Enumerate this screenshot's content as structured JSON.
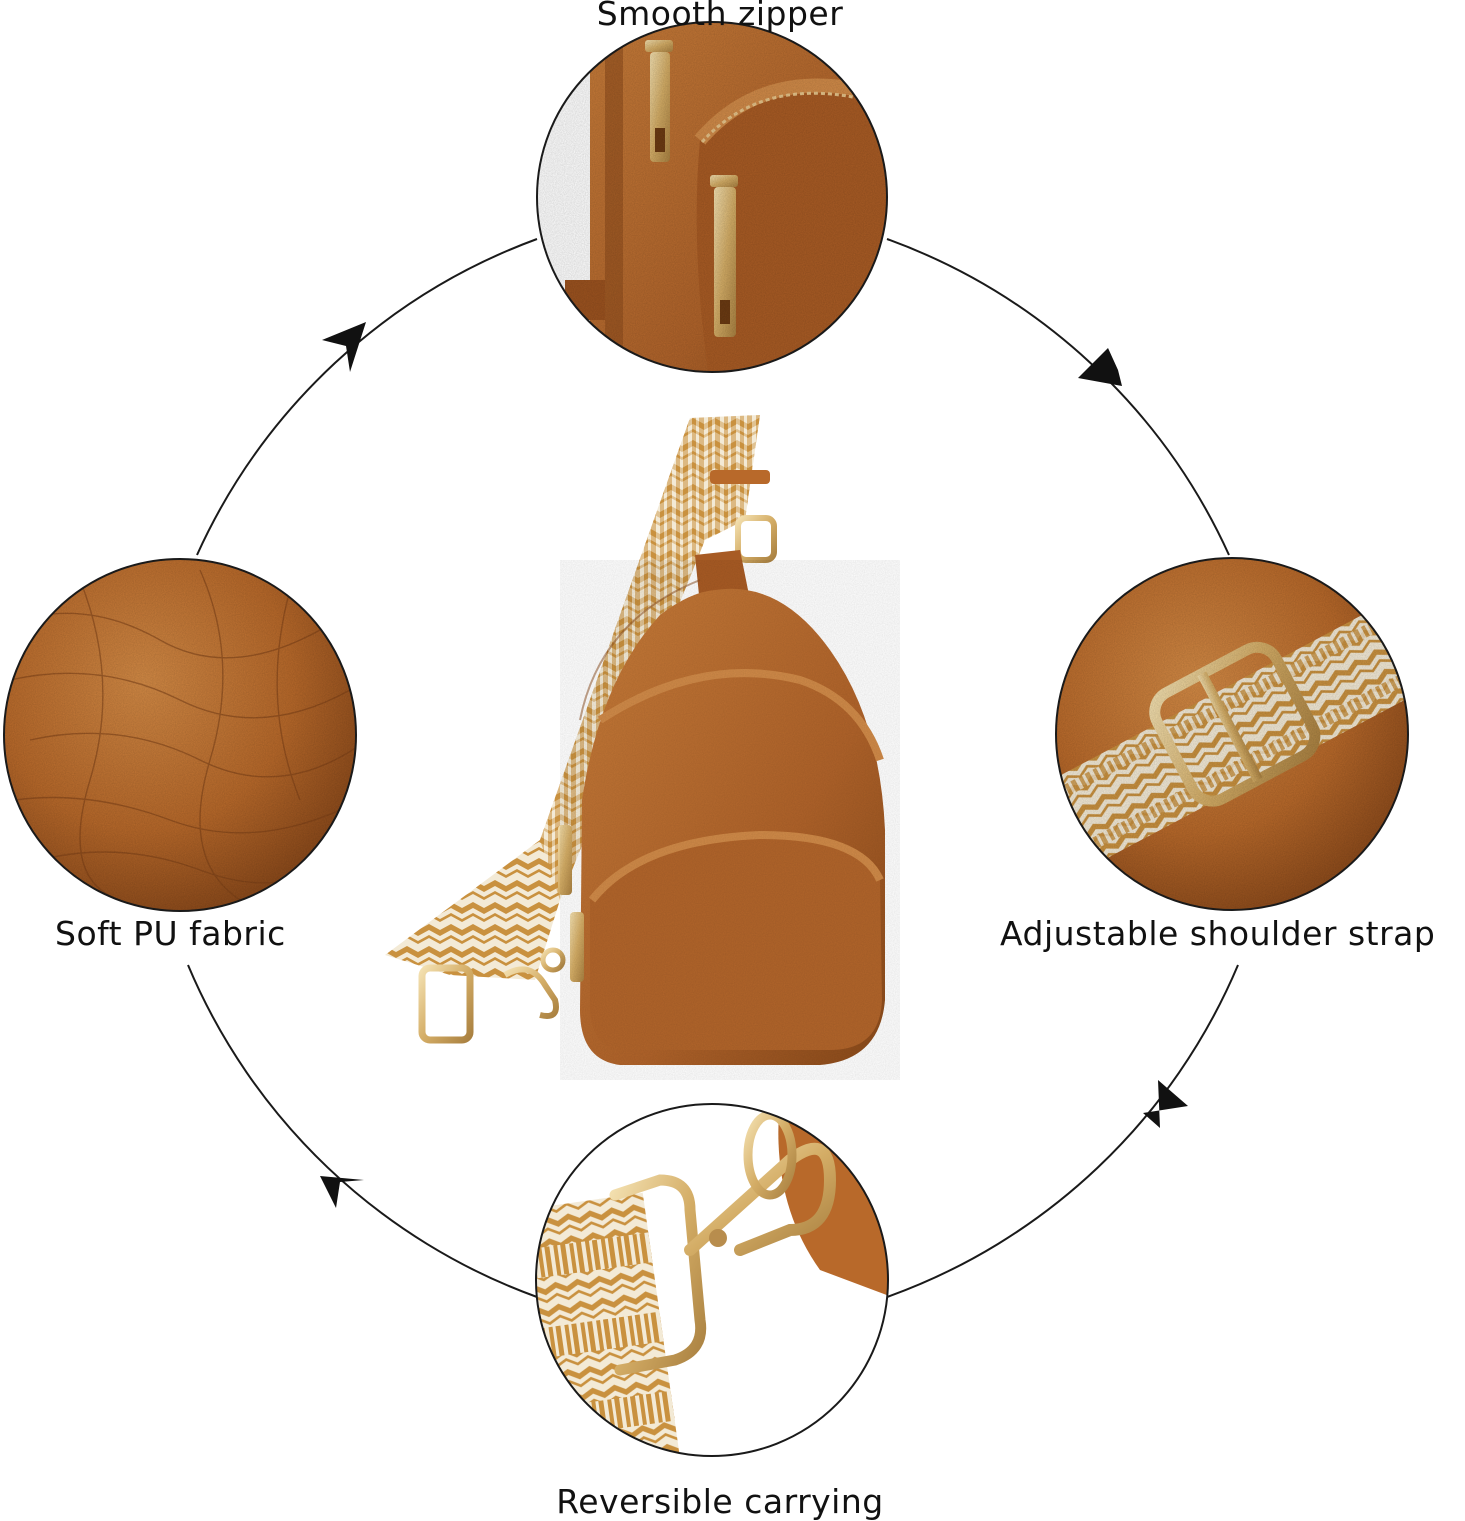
{
  "labels": {
    "top": "Smooth zipper",
    "left": "Soft PU fabric",
    "right": "Adjustable shoulder strap",
    "bottom": "Reversible carrying"
  },
  "colors": {
    "leather": "#b8692a",
    "leather_dark": "#8a4a1a",
    "strap_tan": "#c9913f",
    "strap_cream": "#f3ead6",
    "gold": "#d9b878",
    "line": "#1a1a1a"
  }
}
